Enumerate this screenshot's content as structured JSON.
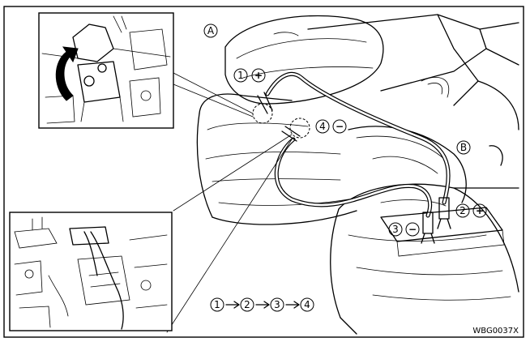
{
  "callouts": {
    "vehicle_a": "A",
    "vehicle_b": "B"
  },
  "steps": {
    "s1": "1",
    "s2": "2",
    "s3": "3",
    "s4": "4"
  },
  "polarity": {
    "plus": "+",
    "minus": "−"
  },
  "figure_code": "WBG0037X",
  "colors": {
    "ink": "#000000",
    "paper": "#ffffff"
  }
}
